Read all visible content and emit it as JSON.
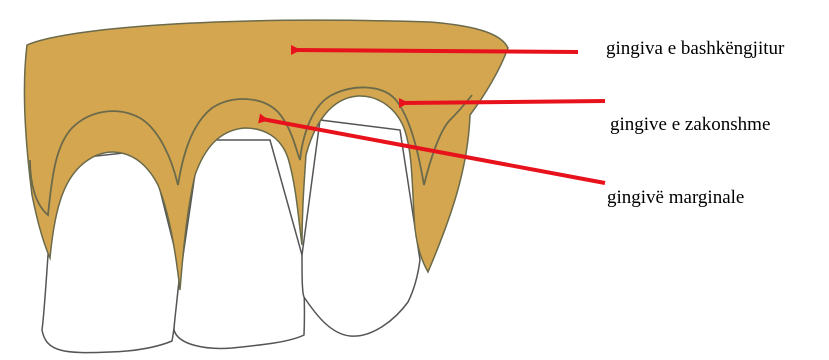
{
  "labels": {
    "attached_gingiva": "gingiva e bashkëngjitur",
    "free_gingiva": "gingive e zakonshme",
    "marginal_gingiva": "gingivë marginale"
  },
  "colors": {
    "gum_fill": "#D4A650",
    "gum_outline": "#6B6A4A",
    "tooth_fill": "#FFFFFF",
    "tooth_outline": "#555555",
    "arrow": "#E8121C",
    "text": "#000000"
  }
}
